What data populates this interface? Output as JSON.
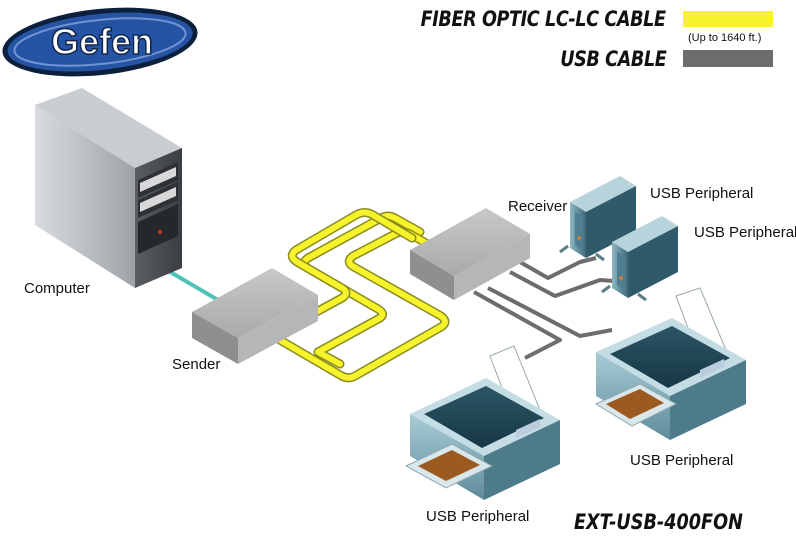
{
  "logo": {
    "text": "Gefen"
  },
  "legend": {
    "fiber": {
      "label": "FIBER OPTIC LC-LC CABLE",
      "note": "(Up to 1640 ft.)",
      "color": "#f7f32a",
      "icon": "yellow-cable-swatch"
    },
    "usb": {
      "label": "USB CABLE",
      "color": "#6e6c6c",
      "icon": "gray-cable-swatch"
    }
  },
  "devices": {
    "computer": "Computer",
    "sender": "Sender",
    "receiver": "Receiver",
    "peripheral_1": "USB Peripheral",
    "peripheral_2": "USB Peripheral",
    "printer_right": "USB Peripheral",
    "printer_left": "USB Peripheral"
  },
  "model": "EXT-USB-400FON",
  "colors": {
    "fiber": "#f7f32a",
    "usb": "#6e6c6c",
    "computer_link": "#4fc3b8",
    "logo_blue": "#1f4e99"
  }
}
